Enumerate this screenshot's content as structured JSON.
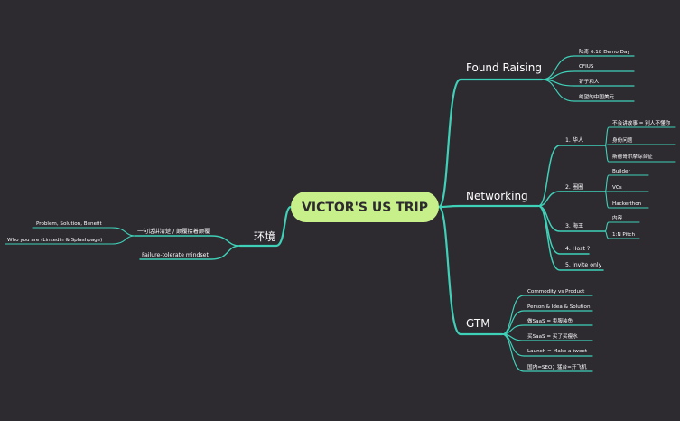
{
  "colors": {
    "background": "#2d2a30",
    "root_fill": "#c7f08a",
    "root_text": "#2d2a30",
    "branch": "#3fd1b8",
    "text": "#ffffff"
  },
  "root": {
    "label": "VICTOR'S US TRIP"
  },
  "branches": {
    "found_raising": {
      "label": "Found Raising",
      "items": [
        "陆奇 6.18 Demo Day",
        "CFIUS",
        "铲子和人",
        "绝望的中国美元"
      ]
    },
    "networking": {
      "label": "Networking",
      "groups": [
        {
          "label": "1. 华人",
          "items": [
            "不会讲故事 = 别人不懂你",
            "身份问题",
            "斯德哥尔摩综合征"
          ]
        },
        {
          "label": "2. 圈圈",
          "items": [
            "Builder",
            "VCs",
            "Hackerthon"
          ]
        },
        {
          "label": "3. 海王",
          "items": [
            "内容",
            "1:N Pitch"
          ]
        },
        {
          "label": "4. Host ?",
          "items": []
        },
        {
          "label": "5. Invite only",
          "items": []
        }
      ]
    },
    "gtm": {
      "label": "GTM",
      "items": [
        "Commodity vs Product",
        "Person & Idea & Solution",
        "做SaaS = 卖服装鱼",
        "买SaaS = 买了买瘦水",
        "Launch = Make a tweet",
        "国内=SEO；猛台=开飞机"
      ]
    },
    "environment": {
      "label": "环境",
      "groups": [
        {
          "label": "一句话讲清楚 / 颠覆接着颠覆",
          "items": [
            "Problem, Solution, Benefit",
            "Who you are (Linkedin & Splashpage)"
          ]
        },
        {
          "label": "Failure-tolerate mindset",
          "items": []
        }
      ]
    }
  }
}
